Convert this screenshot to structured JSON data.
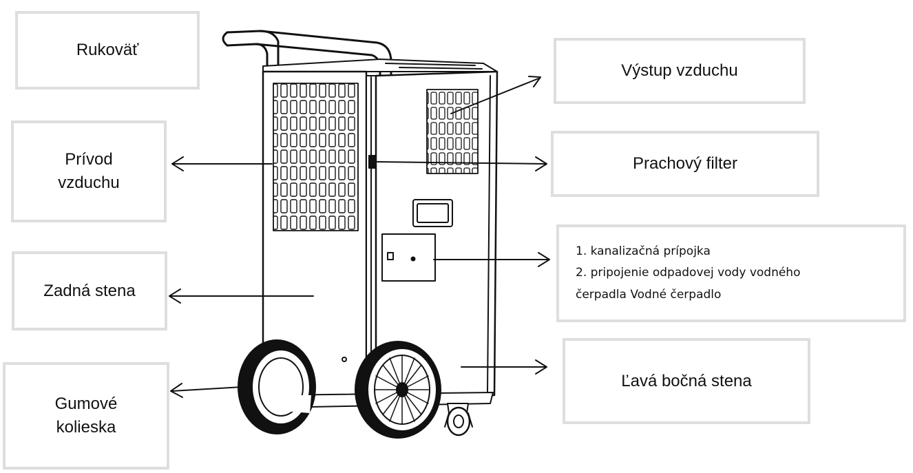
{
  "labels": {
    "rukovat": "Rukoväť",
    "privod_line1": "Prívod",
    "privod_line2": "vzduchu",
    "zadna_stena": "Zadná stena",
    "gumove_line1": "Gumové",
    "gumove_line2": "kolieska",
    "vystup": "Výstup vzduchu",
    "prachovy": "Prachový filter",
    "pripojka_line1": "1. kanalizačná prípojka",
    "pripojka_line2": "2. pripojenie odpadovej vody vodného",
    "pripojka_line3": "čerpadla Vodné čerpadlo",
    "lava_stena": "Ľavá bočná stena"
  },
  "colors": {
    "box_border": "#dedede",
    "line": "#111111"
  }
}
